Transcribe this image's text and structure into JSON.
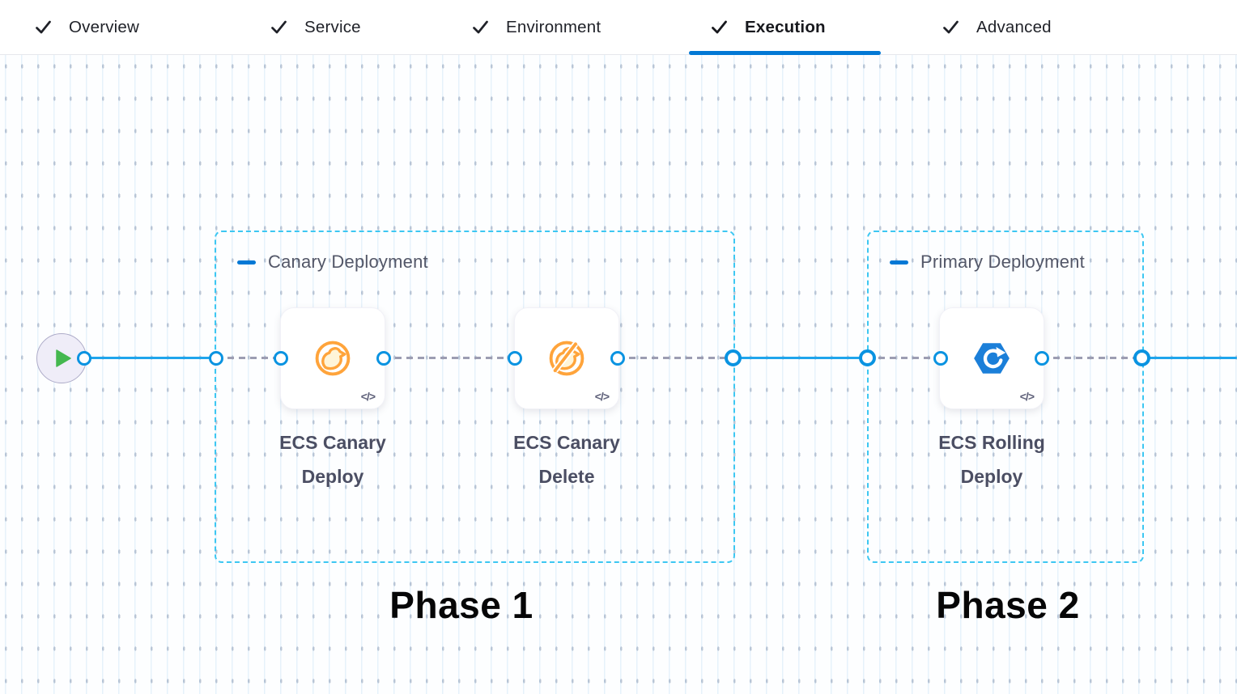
{
  "header": {
    "tabs": [
      {
        "label": "Overview",
        "checked": true,
        "active": false
      },
      {
        "label": "Service",
        "checked": true,
        "active": false
      },
      {
        "label": "Environment",
        "checked": true,
        "active": false
      },
      {
        "label": "Execution",
        "checked": true,
        "active": true
      },
      {
        "label": "Advanced",
        "checked": true,
        "active": false
      }
    ]
  },
  "pipeline": {
    "start_node": {
      "icon": "play-icon"
    },
    "step_code_glyph": "</>",
    "groups": [
      {
        "label": "Canary Deployment",
        "phase": "Phase 1",
        "steps": [
          {
            "name": "ECS Canary Deploy",
            "icon": "ecs-canary-deploy-icon"
          },
          {
            "name": "ECS Canary Delete",
            "icon": "ecs-canary-delete-icon"
          }
        ]
      },
      {
        "label": "Primary Deployment",
        "phase": "Phase 2",
        "steps": [
          {
            "name": "ECS Rolling Deploy",
            "icon": "ecs-rolling-deploy-icon"
          }
        ]
      }
    ]
  },
  "colors": {
    "accent_blue": "#0278D5",
    "connector_blue": "#1FA5EC",
    "port_ring_blue": "#0A93E1",
    "group_border_cyan": "#3DC7F2",
    "canary_orange": "#FFA43B",
    "ecs_blue": "#1B7FD9",
    "play_green": "#44B84F",
    "text_dark": "#1F2128",
    "label_slate": "#4B4E63"
  }
}
